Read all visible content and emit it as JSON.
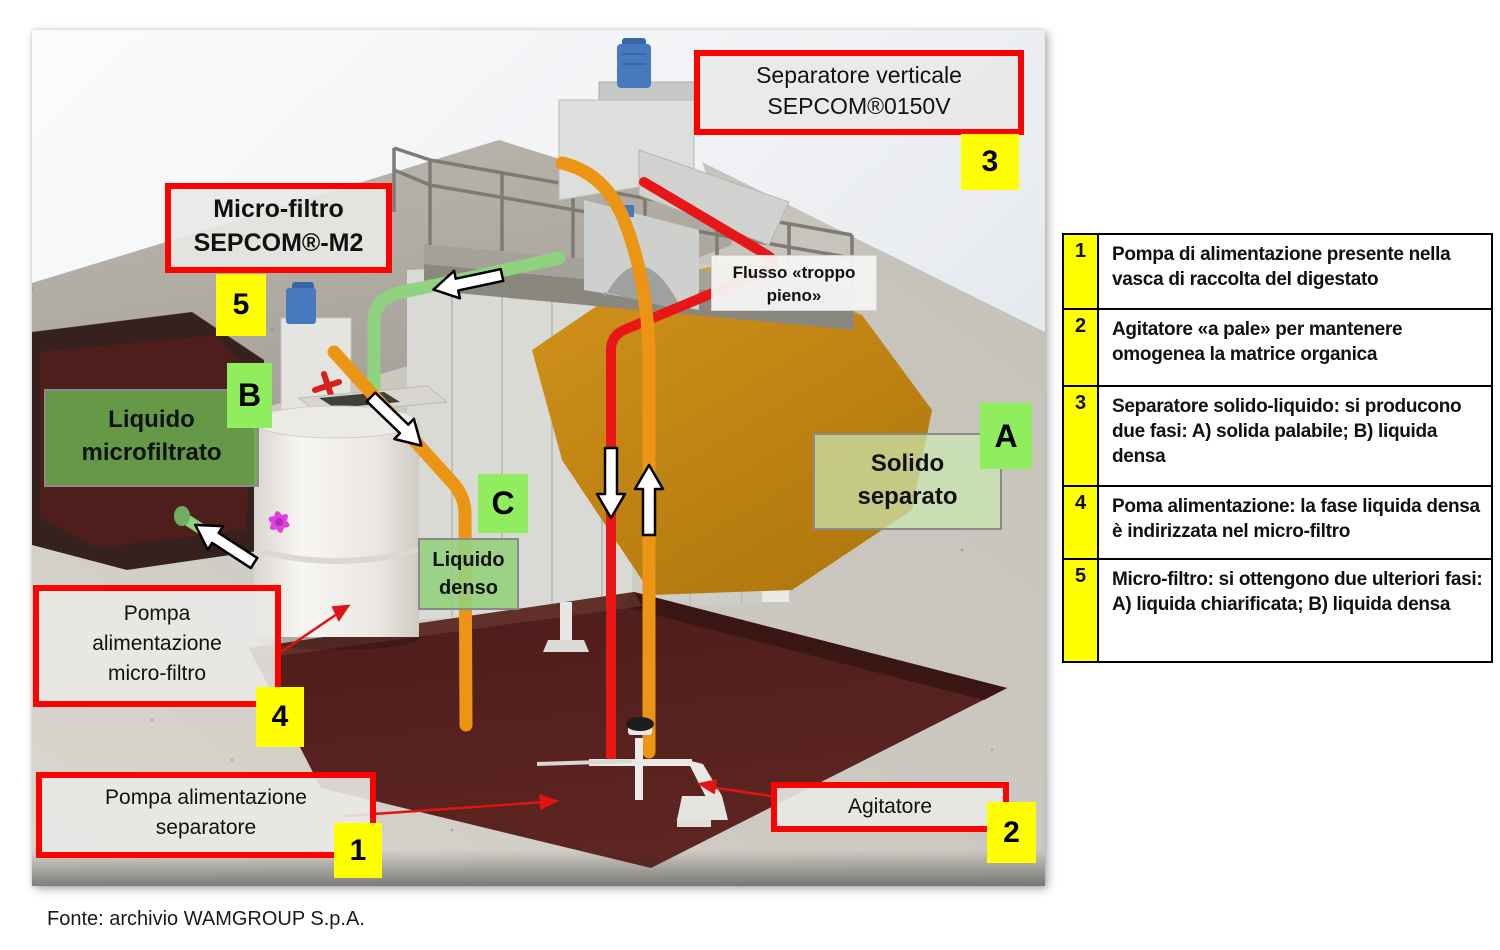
{
  "source_note": "Fonte: archivio WAMGROUP S.p.A.",
  "diagram": {
    "labels": {
      "separatore": {
        "text": "Separatore verticale\nSEPCOM®0150V",
        "badge": "3"
      },
      "microfiltro": {
        "text": "Micro-filtro\nSEPCOM®-M2",
        "badge": "5"
      },
      "flusso": {
        "text": "Flusso «troppo\npieno»"
      },
      "liquido_microfiltrato": {
        "text": "Liquido\nmicrofiltrato",
        "badge": "B"
      },
      "solido_separato": {
        "text": "Solido\nseparato",
        "badge": "A"
      },
      "liquido_denso": {
        "text": "Liquido\ndenso",
        "badge": "C"
      },
      "pompa_microfiltro": {
        "text": "Pompa\nalimentazione\nmicro-filtro",
        "badge": "4"
      },
      "pompa_separatore": {
        "text": "Pompa alimentazione\nseparatore",
        "badge": "1"
      },
      "agitatore": {
        "text": "Agitatore",
        "badge": "2"
      }
    },
    "colors": {
      "callout_border_red": "#fe0101",
      "badge_yellow": "#ffff00",
      "badge_green": "#90ed5e",
      "pipe_orange": "#ec9414",
      "pipe_red": "#e81616",
      "pipe_green": "#8fd27f",
      "digestate_maroon": "#55201e",
      "solid_pile_mustard": "#c8860f"
    }
  },
  "legend": {
    "rows": [
      {
        "num": "1",
        "text": "Pompa di alimentazione presente nella vasca di raccolta del digestato"
      },
      {
        "num": "2",
        "text": "Agitatore «a pale» per mantenere omogenea la matrice organica"
      },
      {
        "num": "3",
        "text": "Separatore solido-liquido:  si producono  due fasi: A) solida palabile; B) liquida densa"
      },
      {
        "num": "4",
        "text": "Poma alimentazione: la fase liquida densa è indirizzata nel micro-filtro"
      },
      {
        "num": "5",
        "text": "Micro-filtro:  si ottengono due ulteriori fasi: A) liquida chiarificata; B) liquida densa"
      }
    ]
  }
}
